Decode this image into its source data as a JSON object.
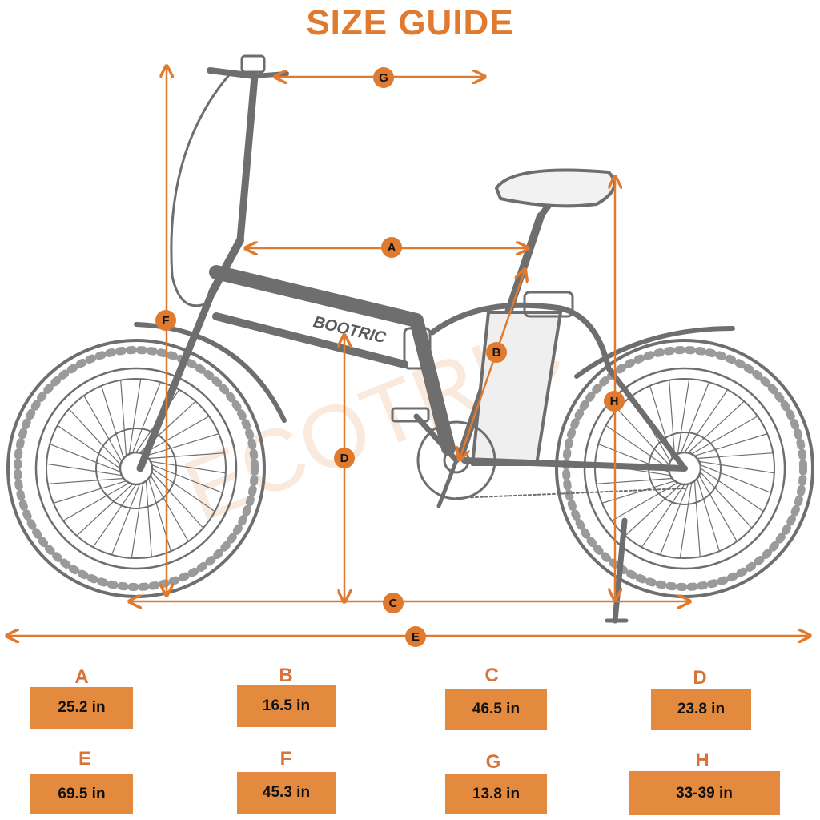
{
  "title": "SIZE GUIDE",
  "brand": "BOOTRIC",
  "watermark": "ECOTRIC",
  "colors": {
    "accent": "#E07A2F",
    "title": "#E07A2F",
    "letters": "#D9733A",
    "box": "#E38A3F",
    "marker": "#E07A2F",
    "sketch": "#6E6E6E"
  },
  "markers": [
    "A",
    "B",
    "C",
    "D",
    "E",
    "F",
    "G",
    "H"
  ],
  "measurements": [
    {
      "letter": "A",
      "value": "25.2 in"
    },
    {
      "letter": "B",
      "value": "16.5 in"
    },
    {
      "letter": "C",
      "value": "46.5 in"
    },
    {
      "letter": "D",
      "value": "23.8 in"
    },
    {
      "letter": "E",
      "value": "69.5 in"
    },
    {
      "letter": "F",
      "value": "45.3 in"
    },
    {
      "letter": "G",
      "value": "13.8 in"
    },
    {
      "letter": "H",
      "value": "33-39 in"
    }
  ]
}
